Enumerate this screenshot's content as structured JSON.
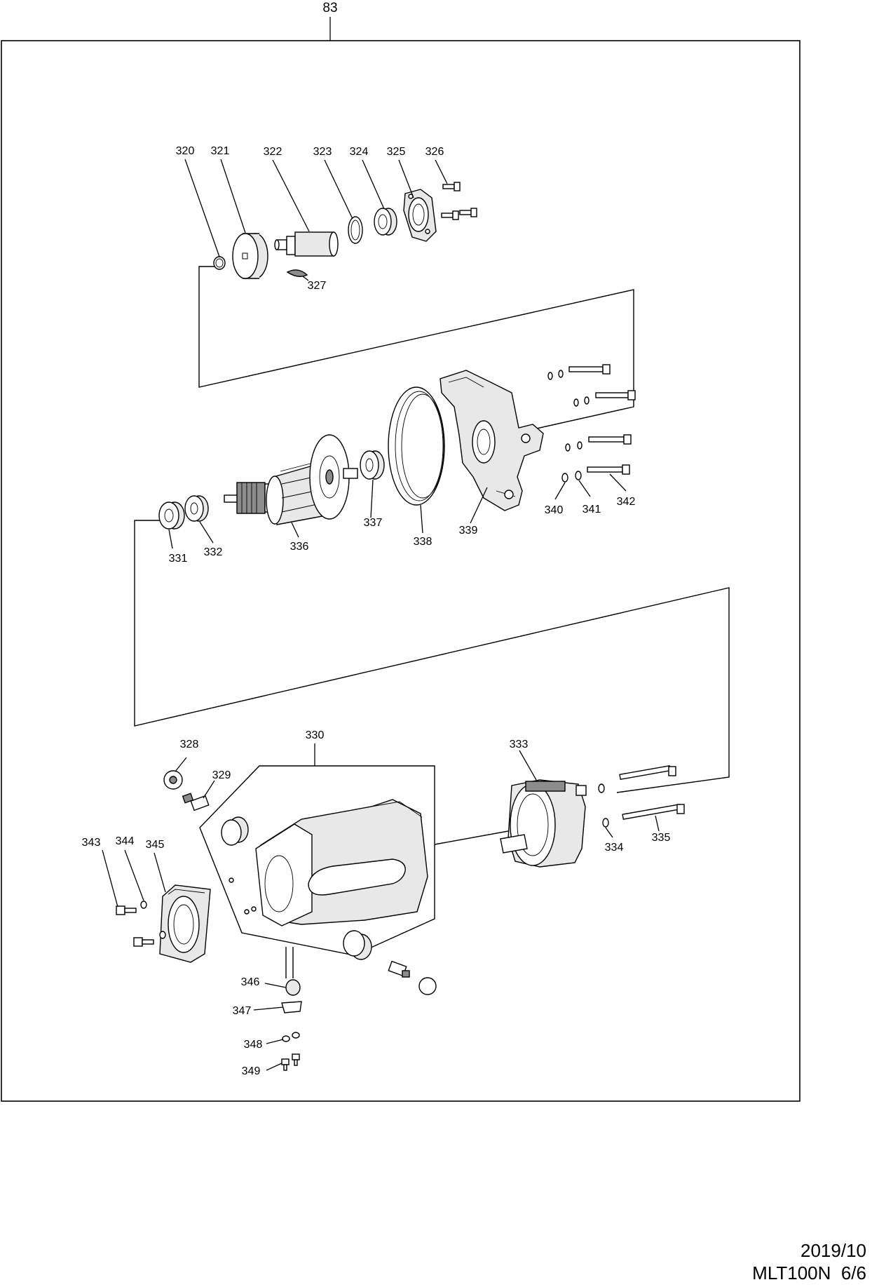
{
  "assembly_number": "83",
  "callouts": {
    "p320": "320",
    "p321": "321",
    "p322": "322",
    "p323": "323",
    "p324": "324",
    "p325": "325",
    "p326": "326",
    "p327": "327",
    "p328": "328",
    "p329": "329",
    "p330": "330",
    "p331": "331",
    "p332": "332",
    "p333": "333",
    "p334": "334",
    "p335": "335",
    "p336": "336",
    "p337": "337",
    "p338": "338",
    "p339": "339",
    "p340": "340",
    "p341": "341",
    "p342": "342",
    "p343": "343",
    "p344": "344",
    "p345": "345",
    "p346": "346",
    "p347": "347",
    "p348": "348",
    "p349": "349"
  },
  "footer": {
    "date": "2019/10",
    "model_page": "MLT100N  6/6"
  }
}
